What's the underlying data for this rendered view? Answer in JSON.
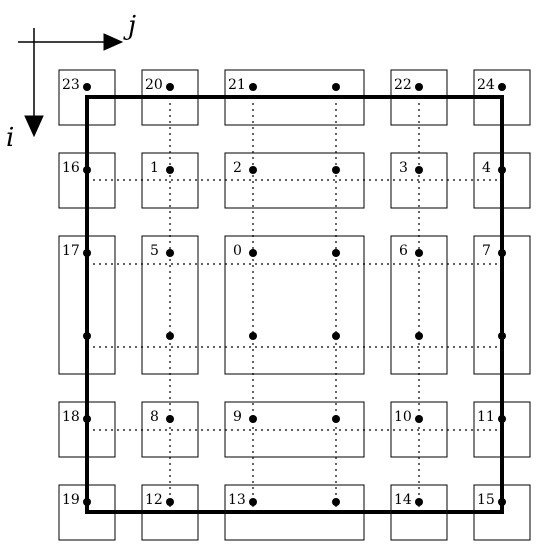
{
  "axes": {
    "j_label": "j",
    "i_label": "i"
  },
  "cell_labels": [
    "0",
    "1",
    "2",
    "3",
    "4",
    "5",
    "6",
    "7",
    "8",
    "9",
    "10",
    "11",
    "12",
    "13",
    "14",
    "15",
    "16",
    "17",
    "18",
    "19",
    "20",
    "21",
    "22",
    "23",
    "24"
  ],
  "colors": {
    "stroke": "#000000",
    "background": "#ffffff"
  }
}
